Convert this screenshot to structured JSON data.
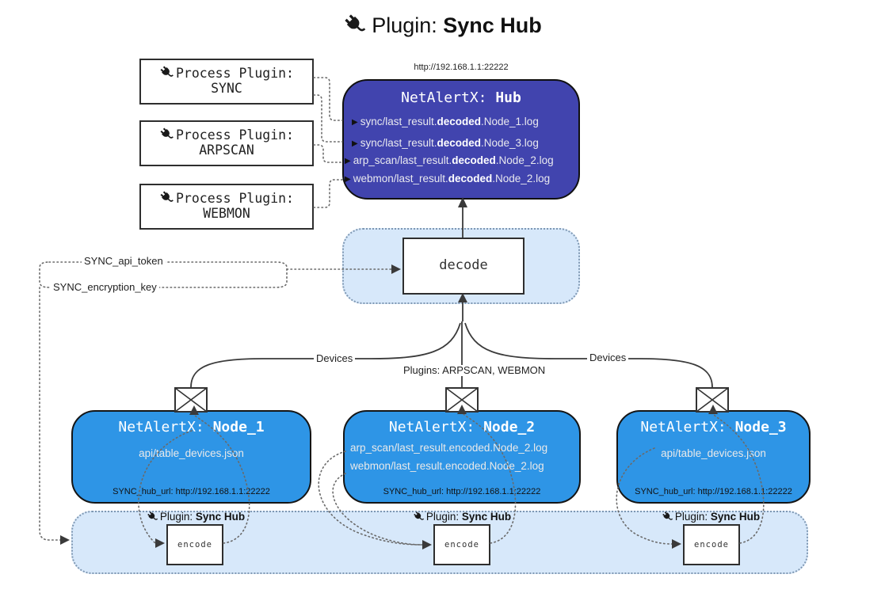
{
  "title": {
    "prefix": "Plugin:",
    "name": "Sync Hub"
  },
  "process_plugins": [
    {
      "label": "Process Plugin:",
      "name": "SYNC"
    },
    {
      "label": "Process Plugin:",
      "name": "ARPSCAN"
    },
    {
      "label": "Process Plugin:",
      "name": "WEBMON"
    }
  ],
  "hub": {
    "url": "http://192.168.1.1:22222",
    "title_prefix": "NetAlertX:",
    "title_name": "Hub",
    "log_lines": [
      {
        "pre": "sync/last_result.",
        "bold": "decoded",
        "post": ".Node_1.log"
      },
      {
        "pre": "sync/last_result.",
        "bold": "decoded",
        "post": ".Node_3.log"
      },
      {
        "pre": "arp_scan/last_result.",
        "bold": "decoded",
        "post": ".Node_2.log"
      },
      {
        "pre": "webmon/last_result.",
        "bold": "decoded",
        "post": ".Node_2.log"
      }
    ]
  },
  "decode": {
    "label": "decode"
  },
  "tokens": {
    "api_token": "SYNC_api_token",
    "encryption_key": "SYNC_encryption_key"
  },
  "edges": {
    "devices_left": "Devices",
    "plugins_center": "Plugins: ARPSCAN, WEBMON",
    "devices_right": "Devices"
  },
  "nodes": [
    {
      "title_prefix": "NetAlertX:",
      "title_name": "Node_1",
      "files": [
        "api/table_devices.json"
      ],
      "hub_url": "SYNC_hub_url: http://192.168.1.1:22222"
    },
    {
      "title_prefix": "NetAlertX:",
      "title_name": "Node_2",
      "files": [
        "arp_scan/last_result.encoded.Node_2.log",
        "webmon/last_result.encoded.Node_2.log"
      ],
      "hub_url": "SYNC_hub_url: http://192.168.1.1:22222"
    },
    {
      "title_prefix": "NetAlertX:",
      "title_name": "Node_3",
      "files": [
        "api/table_devices.json"
      ],
      "hub_url": "SYNC_hub_url: http://192.168.1.1:22222"
    }
  ],
  "encoders": [
    {
      "label_prefix": "Plugin:",
      "label_name": "Sync Hub",
      "box_label": "encode"
    },
    {
      "label_prefix": "Plugin:",
      "label_name": "Sync Hub",
      "box_label": "encode"
    },
    {
      "label_prefix": "Plugin:",
      "label_name": "Sync Hub",
      "box_label": "encode"
    }
  ],
  "colors": {
    "hub_fill": "#4144ae",
    "node_fill": "#2e95e6",
    "panel_fill": "#d7e8fa",
    "panel_border": "#7f98b3",
    "wire": "#3a3a3a",
    "dotted": "#6a6a6a"
  }
}
